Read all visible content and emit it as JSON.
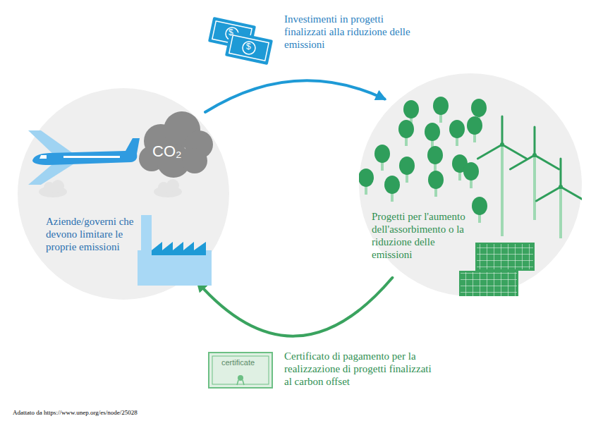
{
  "diagram": {
    "nodes": [
      {
        "text": [
          "Aziende/governi che devono limitare le proprie emissioni"
        ]
      },
      {
        "text": [
          "Progetti per l'aumento dell'assorbimento o la riduzione delle emissioni"
        ]
      }
    ],
    "edges": [
      {
        "from": 0,
        "to": 1,
        "arrow": "to",
        "label": "Investimenti in progetti finalizzati alla riduzione delle emissioni"
      },
      {
        "from": 1,
        "to": 0,
        "arrow": "to",
        "label": "Certificato di pagamento per la realizzazione di progetti finalizzati al carbon offset"
      }
    ],
    "labels": [
      "CO₂",
      "$",
      "$",
      "certificate",
      "Adattato da https://www.unep.org/es/node/25028"
    ]
  }
}
